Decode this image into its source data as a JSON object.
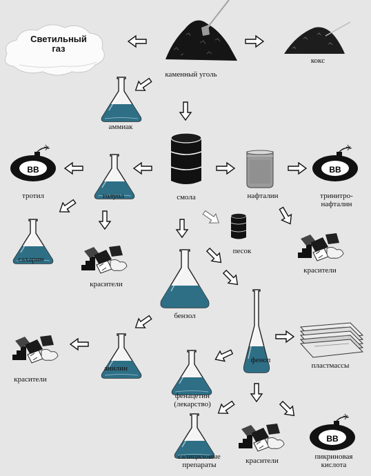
{
  "nodes": {
    "svetilny_gaz": "Светильный\nгаз",
    "kamenny_ugol": "каменный уголь",
    "koks": "кокс",
    "ammiak": "аммиак",
    "trotil": "тротил",
    "toluol": "толуол",
    "smola": "смола",
    "naftalin": "нафталин",
    "trinitronaftalin": "тринитро-\nнафталин",
    "saharin": "сахарин",
    "krasiteli_1": "красители",
    "pesok": "песок",
    "krasiteli_2": "красители",
    "benzol": "бензол",
    "fenol": "фенол",
    "plastmassy": "пластмассы",
    "krasiteli_3": "красители",
    "anilin": "анилин",
    "fenacetin": "фенацетин\n(лекарство)",
    "salicilovye": "салициловые\nпрепараты",
    "krasiteli_4": "красители",
    "pikrinovaya": "пикриновая\nкислота"
  },
  "bomb_text": "ВВ",
  "colors": {
    "liquid": "#2e6f86",
    "background": "#e6e6e6",
    "ink": "#111111"
  }
}
